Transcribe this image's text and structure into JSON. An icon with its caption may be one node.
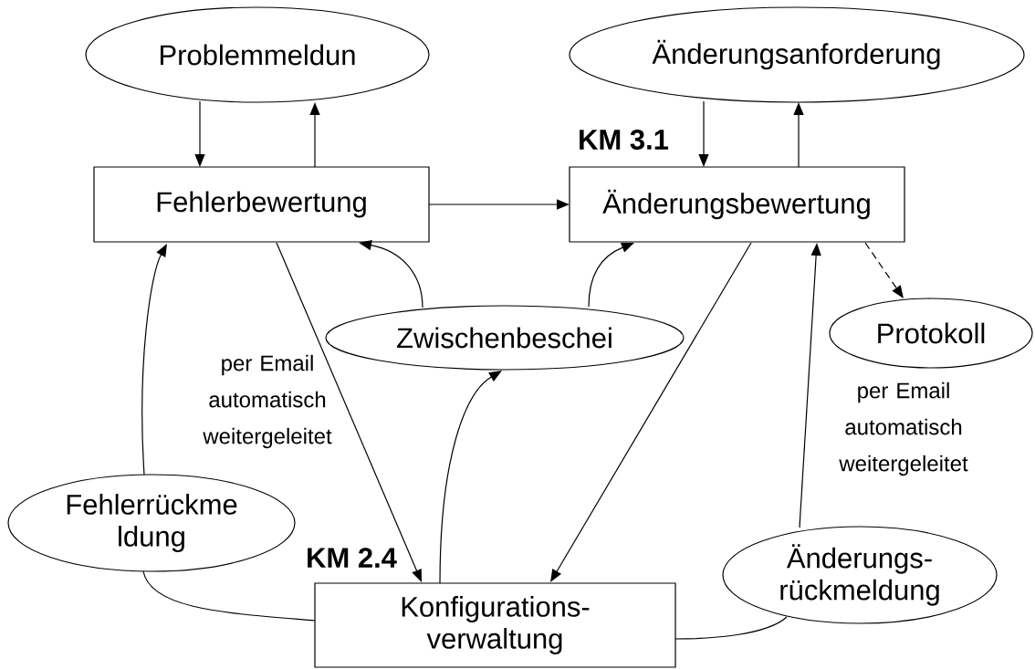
{
  "diagram": {
    "nodes": [
      {
        "text": [
          "Problemmeldun"
        ]
      },
      {
        "text": [
          "Änderungsanforderung"
        ]
      },
      {
        "text": [
          "Fehlerbewertung"
        ]
      },
      {
        "text": [
          "Änderungsbewertung"
        ],
        "beside": [
          "KM 3.1"
        ]
      },
      {
        "text": [
          "Zwischenbeschei"
        ]
      },
      {
        "text": [
          "Protokoll"
        ]
      },
      {
        "text": [
          "Fehlerrückme ldung"
        ]
      },
      {
        "text": [
          "Konfigurations- verwaltung"
        ],
        "beside": [
          "KM 2.4"
        ]
      },
      {
        "text": [
          "Änderungs- rückmeldung"
        ]
      }
    ],
    "edges": [
      {
        "from": 0,
        "to": 2,
        "arrow": "to"
      },
      {
        "from": 2,
        "to": 0,
        "arrow": "to"
      },
      {
        "from": 1,
        "to": 3,
        "arrow": "to"
      },
      {
        "from": 3,
        "to": 1,
        "arrow": "to"
      },
      {
        "from": 2,
        "to": 3,
        "arrow": "to"
      },
      {
        "from": 4,
        "to": 2,
        "arrow": "to"
      },
      {
        "from": 4,
        "to": 3,
        "arrow": "to"
      },
      {
        "from": 2,
        "to": 7,
        "arrow": "to",
        "label": "per Email automatisch weitergeleitet"
      },
      {
        "from": 3,
        "to": 7,
        "arrow": "to"
      },
      {
        "from": 7,
        "to": 4,
        "arrow": "to"
      },
      {
        "from": 6,
        "to": 2,
        "arrow": "to"
      },
      {
        "from": 6,
        "to": 7,
        "arrow": "none"
      },
      {
        "from": 8,
        "to": 3,
        "arrow": "to",
        "label": "per Email automatisch weitergeleitet"
      },
      {
        "from": 8,
        "to": 7,
        "arrow": "none"
      },
      {
        "from": 3,
        "to": 5,
        "arrow": "to",
        "style": "dashed"
      }
    ]
  }
}
